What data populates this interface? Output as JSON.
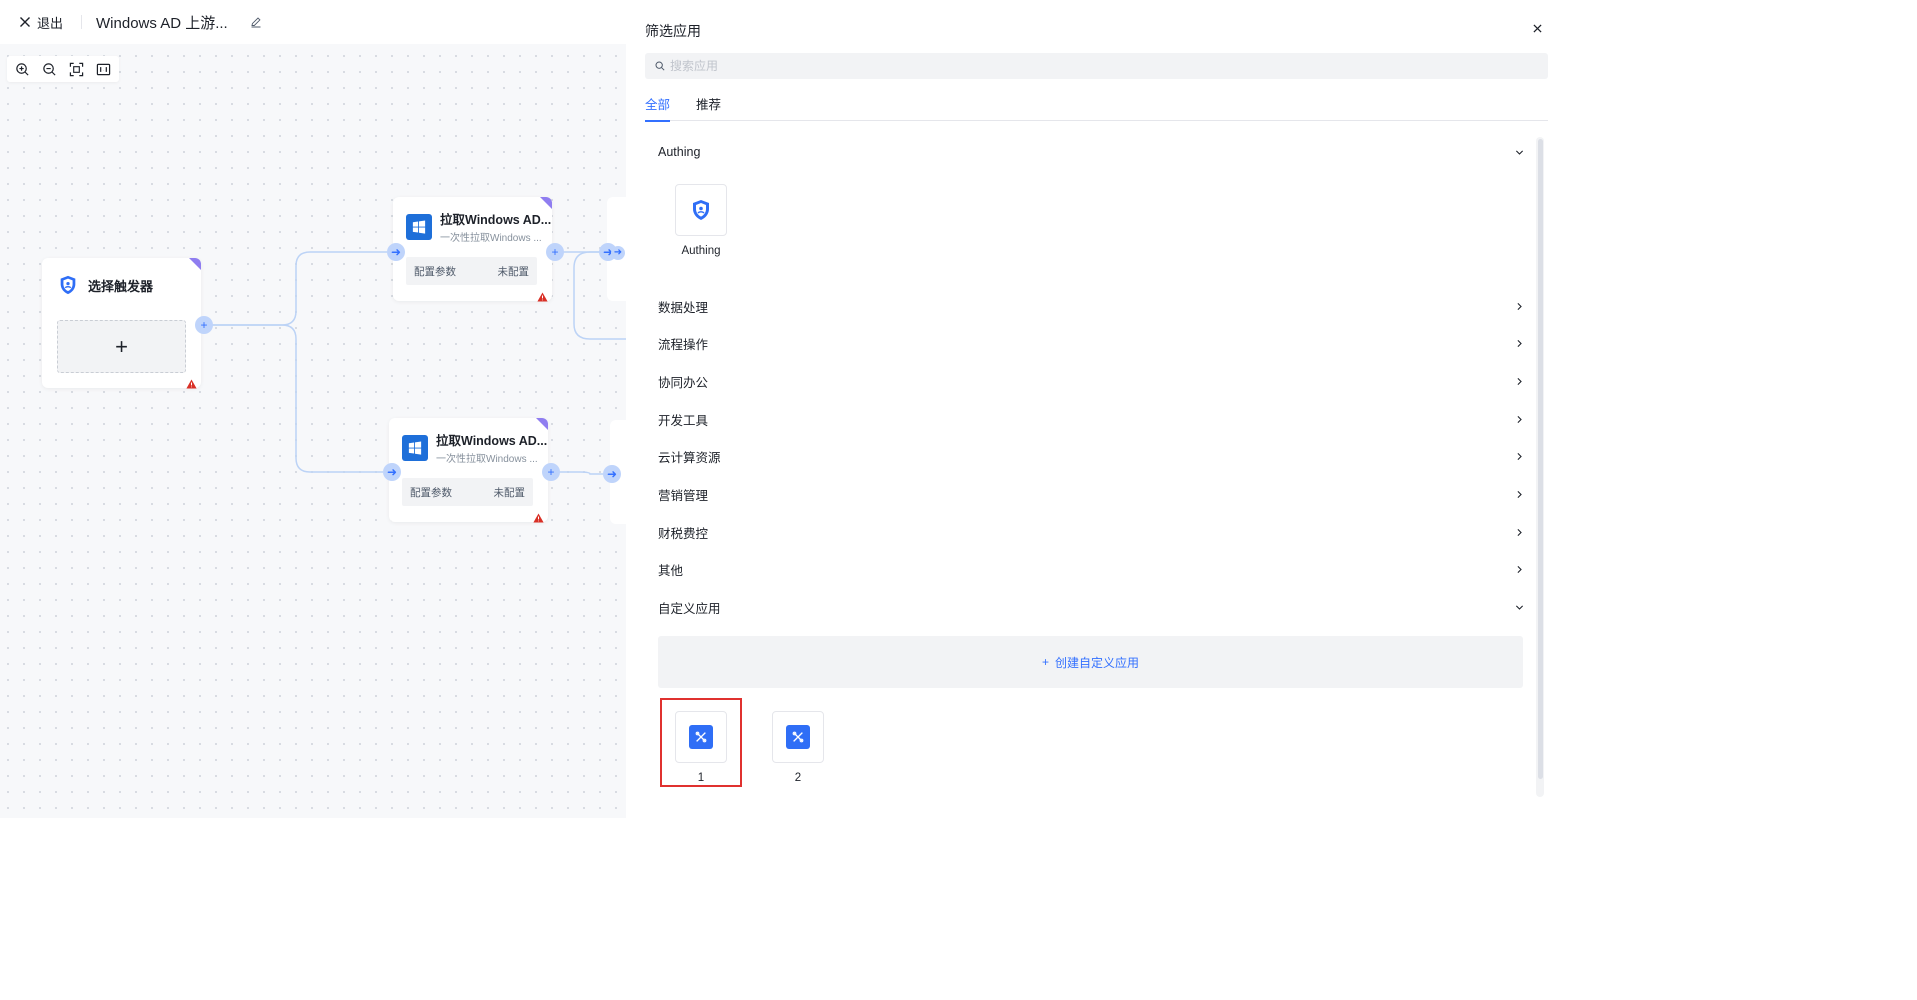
{
  "topbar": {
    "exit_label": "退出",
    "flow_title": "Windows AD 上游..."
  },
  "canvas": {
    "zoom_tools": [
      "zoom-in-icon",
      "zoom-out-icon",
      "fit-view-icon",
      "actual-size-icon"
    ],
    "trigger_node": {
      "title": "选择触发器",
      "add_symbol": "+"
    },
    "action_nodes": [
      {
        "title": "拉取Windows AD...",
        "subtitle": "一次性拉取Windows ...",
        "config_label": "配置参数",
        "config_status": "未配置"
      },
      {
        "title": "拉取Windows AD...",
        "subtitle": "一次性拉取Windows ...",
        "config_label": "配置参数",
        "config_status": "未配置"
      }
    ],
    "accent_color": "#3370ff",
    "warning_color": "#d93026"
  },
  "panel": {
    "title": "筛选应用",
    "search_placeholder": "搜索应用",
    "tabs": [
      {
        "label": "全部",
        "active": true
      },
      {
        "label": "推荐",
        "active": false
      }
    ],
    "categories": [
      {
        "label": "Authing",
        "expanded": true
      },
      {
        "label": "数据处理",
        "expanded": false
      },
      {
        "label": "流程操作",
        "expanded": false
      },
      {
        "label": "协同办公",
        "expanded": false
      },
      {
        "label": "开发工具",
        "expanded": false
      },
      {
        "label": "云计算资源",
        "expanded": false
      },
      {
        "label": "营销管理",
        "expanded": false
      },
      {
        "label": "财税费控",
        "expanded": false
      },
      {
        "label": "其他",
        "expanded": false
      },
      {
        "label": "自定义应用",
        "expanded": true
      }
    ],
    "authing_apps": [
      {
        "label": "Authing",
        "icon": "shield-icon"
      }
    ],
    "create_custom_label": "创建自定义应用",
    "custom_apps": [
      {
        "label": "1",
        "icon": "tools-icon",
        "highlighted": true
      },
      {
        "label": "2",
        "icon": "tools-icon",
        "highlighted": false
      }
    ],
    "highlight_color": "#e0312f"
  }
}
